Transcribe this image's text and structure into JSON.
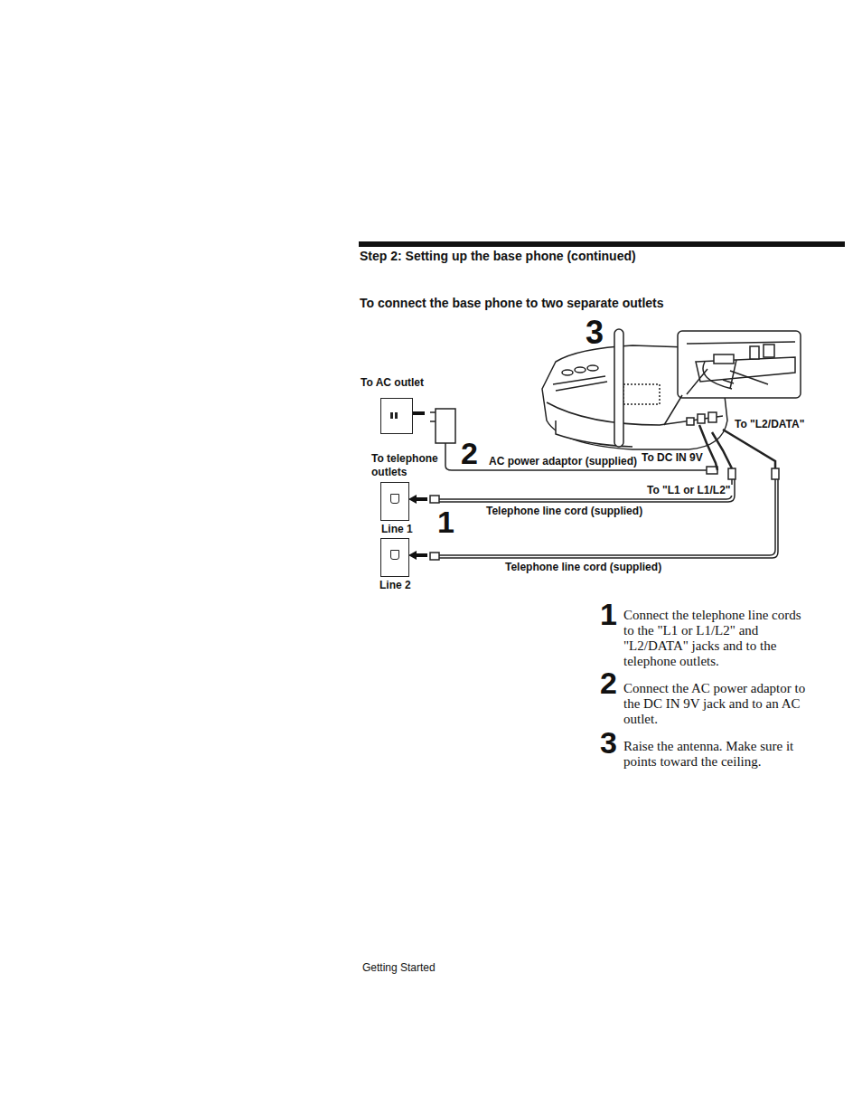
{
  "diagram": {
    "title": "To connect the base phone to two separate outlets",
    "nodes": [
      {
        "text": [
          "To AC outlet"
        ]
      },
      {
        "text": [
          "Line 1"
        ]
      },
      {
        "text": [
          "Line 2"
        ]
      }
    ],
    "labels": [
      "Step 2: Setting up the base phone (continued)",
      "3",
      "To telephone outlets",
      "2",
      "AC power adaptor (supplied)",
      "To DC IN 9V",
      "To \"L2/DATA\"",
      "To \"L1 or L1/L2\"",
      "Telephone line cord (supplied)",
      "1",
      "Telephone line cord (supplied)",
      "1",
      "Connect the telephone line cords to the \"L1 or L1/L2\" and \"L2/DATA\" jacks and to the telephone outlets.",
      "2",
      "Connect the AC power adaptor to the DC IN 9V jack and to an AC outlet.",
      "3",
      "Raise the antenna. Make sure it points toward the ceiling.",
      "Getting Started"
    ]
  }
}
